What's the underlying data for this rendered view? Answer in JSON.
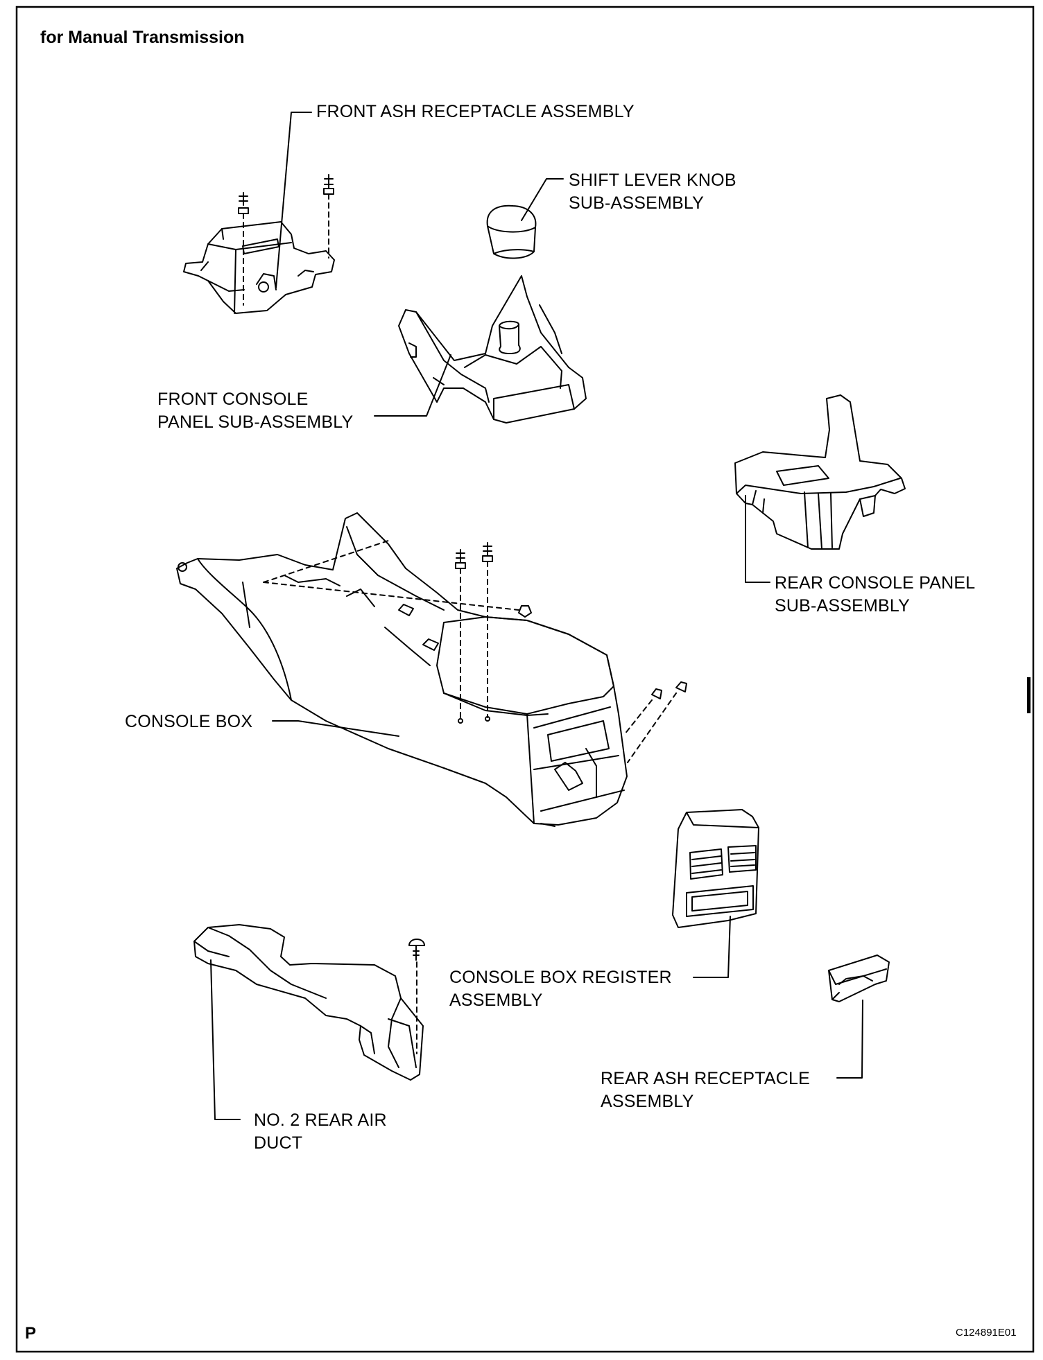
{
  "header": {
    "title": "for Manual Transmission"
  },
  "labels": {
    "front_ash": "FRONT ASH RECEPTACLE ASSEMBLY",
    "shift_knob_1": "SHIFT LEVER KNOB",
    "shift_knob_2": "SUB-ASSEMBLY",
    "front_console_1": "FRONT CONSOLE",
    "front_console_2": "PANEL SUB-ASSEMBLY",
    "rear_console_1": "REAR CONSOLE PANEL",
    "rear_console_2": "SUB-ASSEMBLY",
    "console_box": "CONSOLE BOX",
    "register_1": "CONSOLE BOX REGISTER",
    "register_2": "ASSEMBLY",
    "rear_ash_1": "REAR ASH RECEPTACLE",
    "rear_ash_2": "ASSEMBLY",
    "air_duct_1": "NO. 2 REAR AIR",
    "air_duct_2": "DUCT"
  },
  "footer": {
    "left_mark": "P",
    "figure_code": "C124891E01"
  }
}
